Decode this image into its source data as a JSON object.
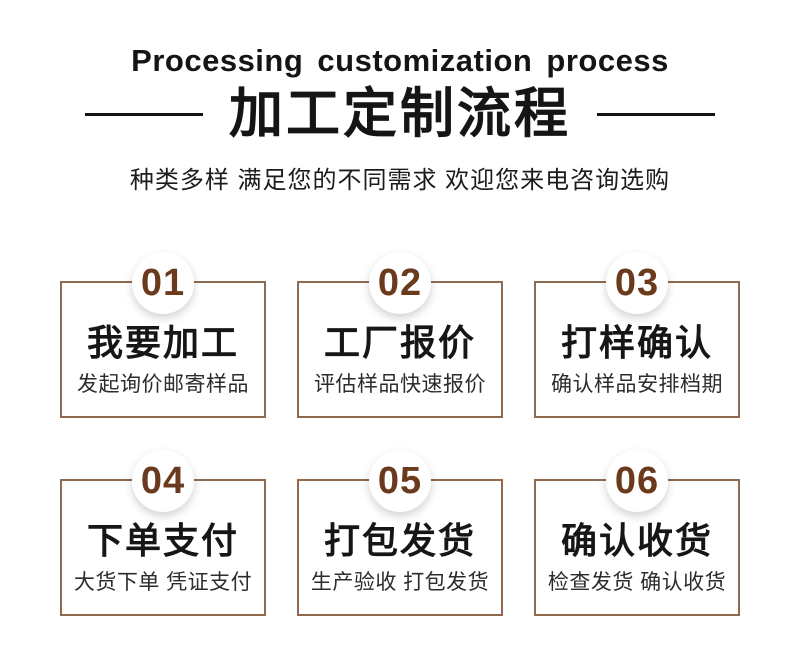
{
  "header": {
    "title_en": "Processing customization process",
    "title_zh": "加工定制流程",
    "subtitle": "种类多样 满足您的不同需求 欢迎您来电咨询选购"
  },
  "steps": [
    {
      "number": "01",
      "title": "我要加工",
      "desc": "发起询价邮寄样品"
    },
    {
      "number": "02",
      "title": "工厂报价",
      "desc": "评估样品快速报价"
    },
    {
      "number": "03",
      "title": "打样确认",
      "desc": "确认样品安排档期"
    },
    {
      "number": "04",
      "title": "下单支付",
      "desc": "大货下单 凭证支付"
    },
    {
      "number": "05",
      "title": "打包发货",
      "desc": "生产验收 打包发货"
    },
    {
      "number": "06",
      "title": "确认收货",
      "desc": "检查发货 确认收货"
    }
  ],
  "colors": {
    "accent_brown": "#6b3a1d",
    "border_brown": "#8f6a4e",
    "title_black": "#151515"
  }
}
